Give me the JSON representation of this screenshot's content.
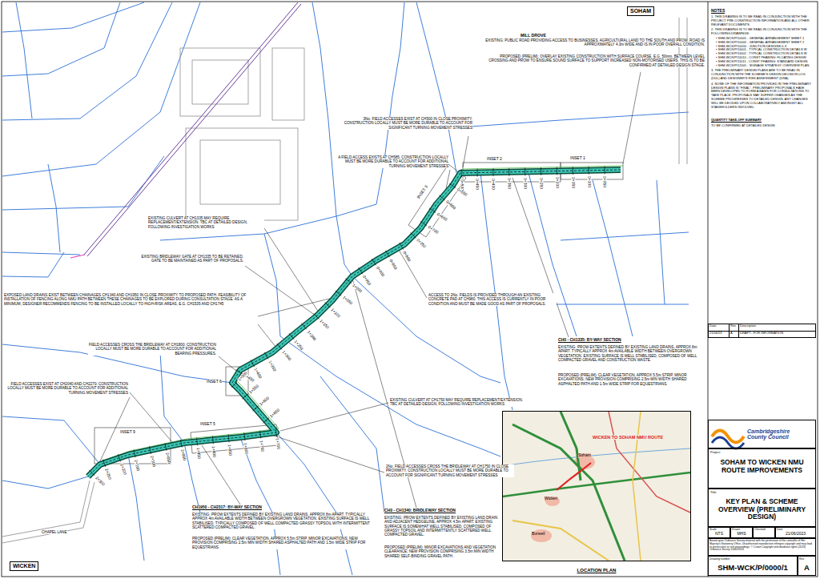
{
  "diagram": {
    "nodes": [
      {
        "text": [
          "NOTES",
          "1. THIS DRAWING IS TO BE READ IN CONJUNCTION WITH THE PROJECT PRE-CONSTRUCTION INFORMATION AND ALL OTHER RELEVANT DOCUMENTS.",
          "2. THIS DRAWING IS TO BE READ IN CONJUNCTION WITH THE FOLLOWING DRAWINGS:",
          "• SHM-WCK/P/10001 - GENERAL ARRANGEMENT SHEET 1",
          "• SHM-WCK/P/10002 - GENERAL ARRANGEMENT SHEET 2",
          "• SHM-WCK/P/10010 - JUNCTION DESIGNS 0-X",
          "• SHM-WCK/P/11001 - TYPICAL CONSTRUCTION DETAILS W",
          "• SHM-WCK/P/11002 - TYPICAL CONSTRUCTION DETAILS W",
          "• SHM-WCK/P/11010 - CONST PHASING: FLOATING DESIGN",
          "• SHM-WCK/P/11011 - CONST PHASING: STANDARD DESIGN",
          "• SHM-WCK/P/12001 - SIGNAGE STRATEGY OVERVIEW PLAN",
          "3. THE PRELIMINARY DESIGN PLANS ARE TO BE READ IN CONJUNCTION WITH THE SCHEME'S DESIGN DECISION LOG (DDL) AND DESIGNER'S RISK ASSESSMENT (DRA).",
          "4. NONE OF THE INFORMATION PROVIDED IN THE PRELIMINARY DESIGN PLANS IS \"FINAL\". PRELIMINARY PROPOSALS HAVE BEEN DEVELOPED TO FORM A BASIS FOR CONSULTATIONS TO TAKE PLACE. PROPOSALS MAY SUFFER CHANGES AS THE SCHEME PROGRESSES TO DETAILED DESIGN. ANY CHANGES WILL BE DECIDED UPON COLLABORATIVELY AMONGST ALL STAKEHOLDERS INVOLVED.",
          "QUANTITY TAKE-OFF SUMMARY",
          "TO BE CONFIRMED AT DETAILED DESIGN"
        ]
      },
      {
        "text": [
          "Date",
          "Rev",
          "Description",
          "21/06/23",
          "A",
          "DRAFT - FOR INFORMATION"
        ]
      },
      {
        "text": [
          "Cambridgeshire County Council"
        ]
      },
      {
        "text": [
          "Project",
          "SOHAM TO WICKEN NMU ROUTE IMPROVEMENTS"
        ]
      },
      {
        "text": [
          "Title",
          "KEY PLAN & SCHEME OVERVIEW (PRELIMINARY DESIGN)"
        ]
      },
      {
        "text": [
          "Scale",
          "NTS"
        ]
      },
      {
        "text": [
          "Drawn",
          "MHS"
        ]
      },
      {
        "text": [
          "Checked"
        ]
      },
      {
        "text": [
          "Date",
          "21/06/2023"
        ]
      },
      {
        "text": [
          "Based upon Ordnance Survey material with the permission of the controller of Her Majesty's Stationery Office. Unauthorised reproduction infringes copyright and may lead to prosecution or civil proceedings. © Crown Copyright and database rights (2023) Ordnance Survey 100023205"
        ]
      },
      {
        "text": [
          "Drawing number",
          "SHM-WCK/P/0000/1"
        ]
      },
      {
        "text": [
          "Rev",
          "A"
        ]
      },
      {
        "text": [
          "SOHAM"
        ]
      },
      {
        "text": [
          "WICKEN"
        ]
      },
      {
        "text": [
          "LOCATION PLAN"
        ]
      }
    ],
    "labels": [
      "MILL DROVE",
      "EXISTING: PUBLIC ROAD PROVIDING ACCESS TO BUSINESSES, AGRICULTURAL LAND TO THE SOUTH AND PROW. ROAD IS APPROXIMATELY 4.3m WIDE AND IS IN POOR OVERALL CONDITION.",
      "PROPOSED (PRELIM): OVERLAY EXISTING CONSTRUCTION WITH SURFACE COURSE, E.G. 50mm, BETWEEN LEVEL CROSSING AND PROW TO ENSURE SOUND SURFACE TO SUPPORT INCREASED NON-MOTORISED USERS. THIS IS TO BE CONFIRMED AT DETAILED DESIGN STAGE.",
      "3No. FIELD ACCESSES EXIST AT CH500 IN CLOSE PROXIMITY. CONSTRUCTION LOCALLY MUST BE MORE DURABLE TO ACCOUNT FOR SIGNIFICANT TURNING MOVEMENT STRESSES",
      "A FIELD ACCESS EXISTS AT CH585. CONSTRUCTION LOCALLY MUST BE MORE DURABLE TO ACCOUNT FOR ADDITIONAL TURNING MOVEMENT STRESSES",
      "EXISTING CULVERT AT CH1335 MAY REQUIRE REPLACEMENT/EXTENSION. TBC AT DETAILED DESIGN, FOLLOWING INVESTIGATION WORKS",
      "EXISTING BRIDLEWAY GATE AT CH1335 TO BE RETAINED. GATE TO BE MAINTAINED AS PART OF PROPOSALS.",
      "EXPOSED LAND DRAINS EXIST BETWEEN CHAINAGES CH1340 AND CH1950 IN CLOSE PROXIMITY TO PROPOSED PATH. FEASIBILITY OF INSTALLATION OF FENCING ALONG NMU PATH BETWEEN THESE CHAINAGES TO BE EXPLORED DURING CONSULTATION STAGE. AS A MINIMUM, DESIGNER RECOMMENDS FENCING TO BE INSTALLED LOCALLY TO HIGH-RISK AREAS, E.G. CH1535 AND CH1745",
      "ACCESS TO 2No. FIELDS IS PROVIDED THROUGH AN EXISTING CONCRETE PAD AT CH980. THIS ACCESS IS CURRENTLY IN POOR CONDITION AND MUST BE MADE GOOD AS PART OF PROPOSALS.",
      "FIELD ACCESSES CROSS THE BRIDLEWAY AT CH1800. CONSTRUCTION LOCALLY MUST BE MORE DURABLE TO ACCOUNT FOR ADDITIONAL BEARING PRESSURES.",
      "FIELD ACCESSES EXIST AT CH2040 AND CH2270. CONSTRUCTION LOCALLY MUST BE MORE DURABLE TO ACCOUNT FOR ADDITIONAL TURNING MOVEMENT STRESSES",
      "EXISTING CULVERT AT CH1750 MAY REQUIRE REPLACEMENT/EXTENSION. TBC AT DETAILED DESIGN, FOLLOWING INVESTIGATION WORKS",
      "2No. FIELD ACCESSES CROSS THE BRIDLEWAY AT CH1750 IN CLOSE PROXIMITY. CONSTRUCTION LOCALLY MUST BE MORE DURABLE TO ACCOUNT FOR SIGNIFICANT TURNING MOVEMENT STRESSES",
      "CH0 - CH1335: BY-WAY SECTION",
      "EXISTING: PROW EXTENTS DEFINED BY EXISTING LAND DRAINS, APPROX 8m APART. TYPICALLY APPROX 4m AVAILABLE WIDTH BETWEEN OVERGROWN VEGETATION. EXISTING SURFACE IS WELL STABILISED, COMPOSED OF WELL COMPACTED GRAVEL AND CONSTRUCTION WASTE.",
      "PROPOSED (PRELIM): CLEAR VEGETATION, APPROX 5.5m STRIP. MINOR EXCAVATIONS; NEW PROVISION COMPRISING 2.5m MIN WIDTH SHARED ASPHALTED PATH AND 1.5m WIDE STRIP FOR EQUESTRIANS.",
      "CH1950 - CH2317: BY-WAY SECTION",
      "EXISTING: PROW EXTENTS DEFINED BY EXISTING LAND DRAINS, APPROX 8m APART. TYPICALLY APPROX 4m AVAILABLE WIDTH BETWEEN OVERGROWN VEGETATION. EXISTING SURFACE IS WELL STABILISED, TYPICALLY COMPOSED OF WELL COMPACTED GRASSY TOPSOIL WITH INTERMITTENT SCATTERED COMPACTED GRAVEL.",
      "PROPOSED (PRELIM): CLEAR VEGETATION, APPROX 5.5m STRIP. MINOR EXCAVATIONS; NEW PROVISION COMPRISING 2.5m MIN WIDTH SHARED ASPHALTED PATH AND 1.5m WIDE STRIP FOR EQUESTRIANS.",
      "CH0 - CH1340: BRIDLEWAY SECTION",
      "EXISTING: PROW EXTENTS DEFINED BY EXISTING LAND DRAIN AND ADJACENT HEDGELINE, APPROX 4.5m APART. EXISTING SURFACE IS SOMEWHAT WELL STABILISED, COMPOSED OF GRASSY TOPSOIL AND INTERMITTENTLY SCATTERED WELL COMPACTED GRAVEL.",
      "PROPOSED (PRELIM): MINOR EXCAVATIONS AND VEGETATION CLEARANCE; NEW PROVISION COMPRISING 3.5m MIN WIDTH SHARED SELF-BINDING GRAVEL PATH.",
      "INSET 1",
      "INSET 2",
      "INSET 3",
      "INSET 6",
      "INSET 5",
      "INSET 9",
      "CHAPEL LANE",
      "WICKEN TO SOHAM NMU ROUTE",
      "Soham",
      "Wicken",
      "Burwell",
      "0+050",
      "0+100",
      "0+150",
      "0+200",
      "0+250",
      "0+300",
      "0+350",
      "0+400",
      "0+450",
      "0+500",
      "0+550",
      "0+600",
      "0+650",
      "0+700",
      "0+750",
      "0+800",
      "0+850",
      "0+900",
      "0+950",
      "1+000",
      "1+050",
      "1+100",
      "1+150",
      "1+200",
      "1+250",
      "1+300",
      "1+350",
      "1+400",
      "1+450",
      "1+500",
      "1+550",
      "1+600",
      "1+650",
      "1+700",
      "1+750",
      "1+800",
      "1+850",
      "1+900",
      "1+950",
      "2+000",
      "2+050",
      "2+100",
      "2+150",
      "2+200",
      "2+250",
      "2+300"
    ]
  }
}
